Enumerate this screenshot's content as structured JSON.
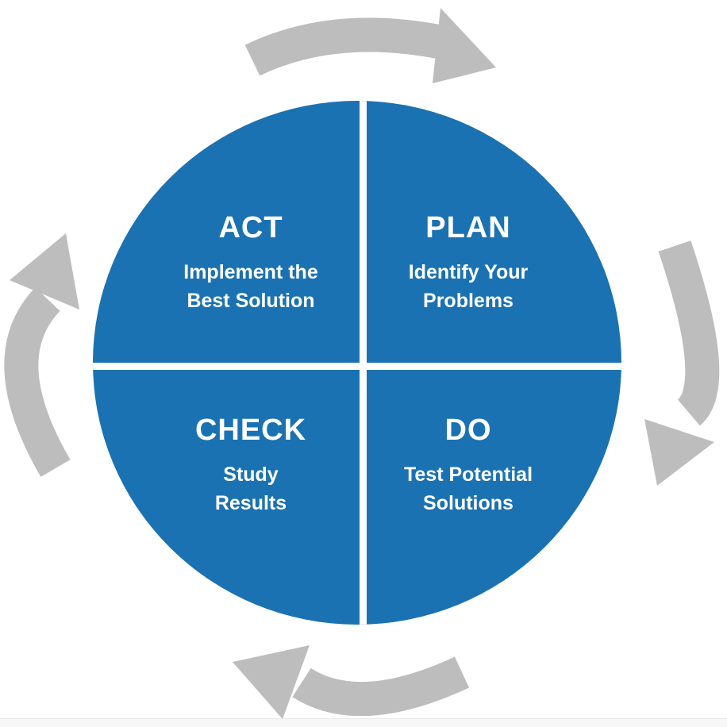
{
  "diagram": {
    "type": "pdca-cycle",
    "quadrants": [
      {
        "id": "act",
        "heading": "ACT",
        "subtitle": "Implement the\nBest Solution"
      },
      {
        "id": "plan",
        "heading": "PLAN",
        "subtitle": "Identify Your\nProblems"
      },
      {
        "id": "check",
        "heading": "CHECK",
        "subtitle": "Study\nResults"
      },
      {
        "id": "do",
        "heading": "DO",
        "subtitle": "Test Potential\nSolutions"
      }
    ],
    "arrows": [
      {
        "id": "top",
        "icon": "curved-arrow-clockwise-top-icon",
        "direction": "left-to-right"
      },
      {
        "id": "right",
        "icon": "curved-arrow-clockwise-right-icon",
        "direction": "top-to-bottom"
      },
      {
        "id": "bottom",
        "icon": "curved-arrow-clockwise-bottom-icon",
        "direction": "right-to-left"
      },
      {
        "id": "left",
        "icon": "curved-arrow-clockwise-left-icon",
        "direction": "bottom-to-top"
      }
    ],
    "colors": {
      "circle_blue": "#1B72B2",
      "divider_white": "#FFFFFF",
      "arrow_gray": "#BDBDBD",
      "text_white": "#FFFFFF",
      "background": "#FFFFFF",
      "footer_strip": "#F7F7F7"
    }
  }
}
